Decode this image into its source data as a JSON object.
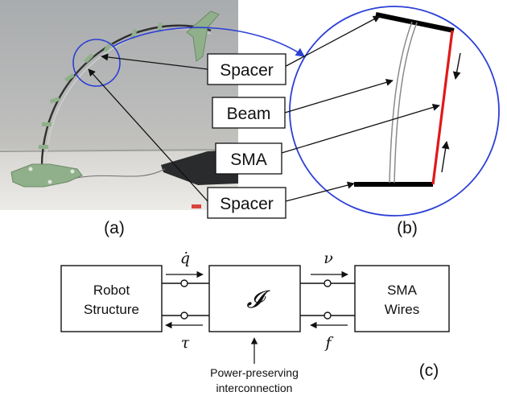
{
  "panel_a": {
    "caption": "(a)"
  },
  "panel_b": {
    "caption": "(b)"
  },
  "panel_c": {
    "caption": "(c)"
  },
  "callouts": {
    "spacer_top": "Spacer",
    "beam": "Beam",
    "sma": "SMA",
    "spacer_bottom": "Spacer"
  },
  "block": {
    "robot_line1": "Robot",
    "robot_line2": "Structure",
    "interconnect_symbol": "𝓘",
    "sma_line1": "SMA",
    "sma_line2": "Wires",
    "qdot": "q̇",
    "tau": "τ",
    "nu": "ν",
    "f": "f",
    "note_line1": "Power-preserving",
    "note_line2": "interconnection"
  },
  "colors": {
    "zoom_circle": "#2b3fd6",
    "sma_wire": "#e01919",
    "spacer": "#000000"
  }
}
